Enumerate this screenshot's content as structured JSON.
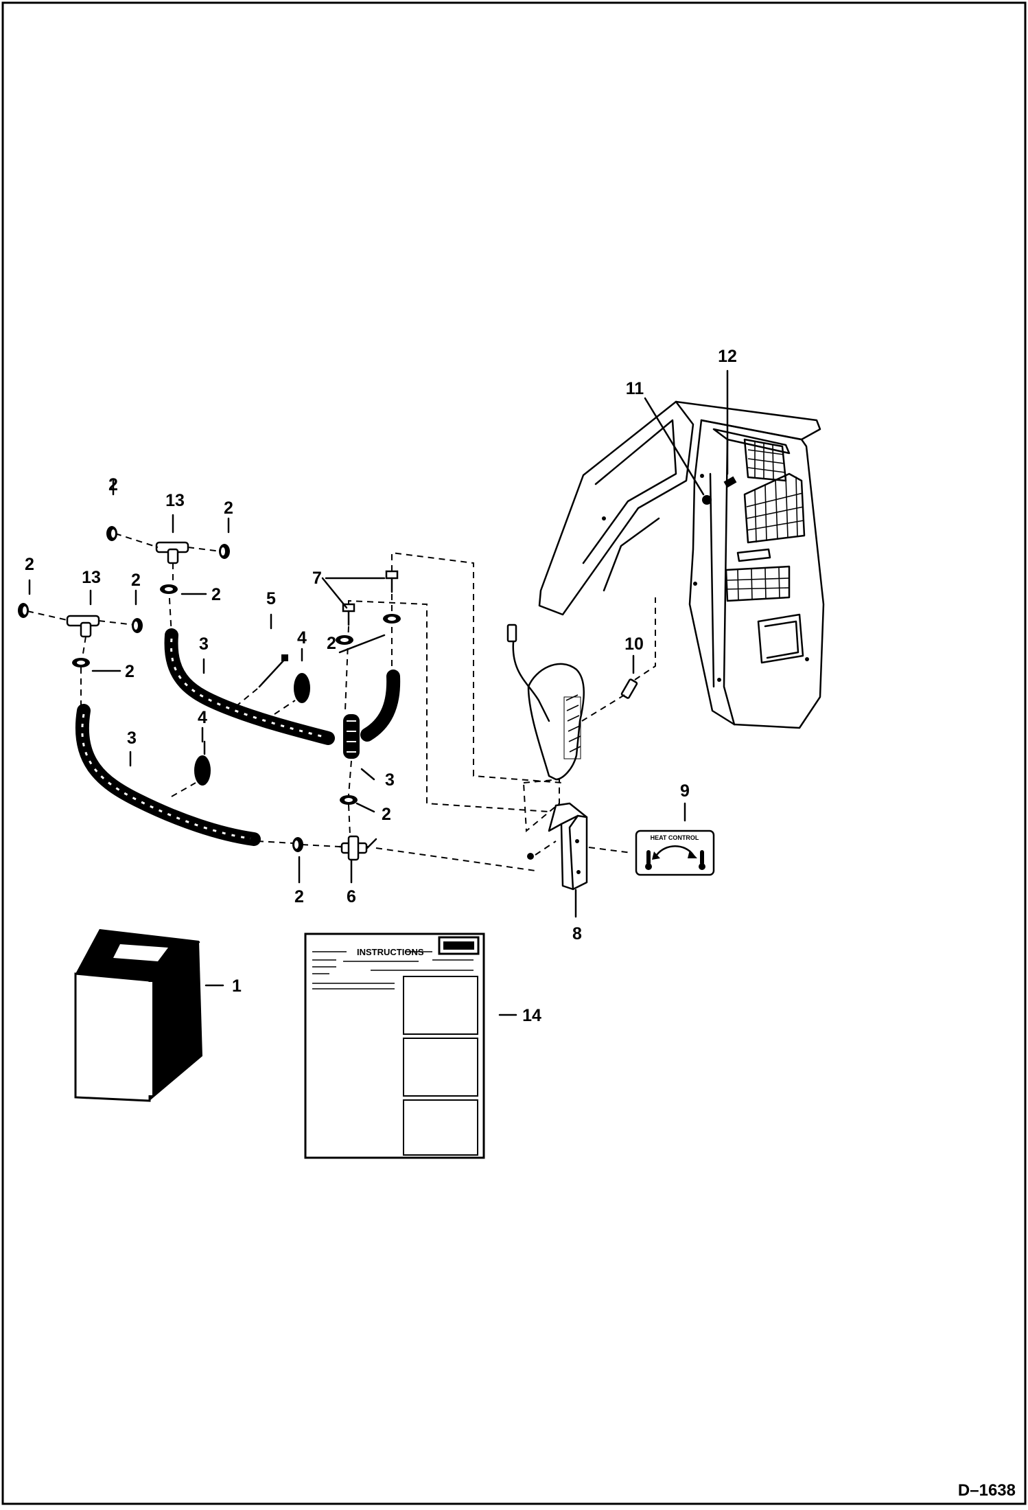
{
  "drawing_id": "D–1638",
  "callouts": [
    "1",
    "2",
    "3",
    "4",
    "5",
    "6",
    "7",
    "8",
    "9",
    "10",
    "11",
    "12",
    "13",
    "14"
  ],
  "heat_control_decal": {
    "title": "HEAT CONTROL"
  },
  "instructions_sheet": {
    "title": "INSTRUCTIONS"
  }
}
